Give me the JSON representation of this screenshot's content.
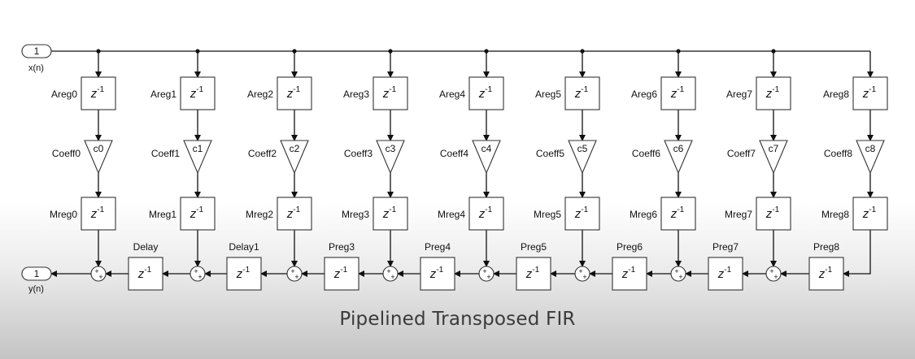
{
  "diagram": {
    "input_port": {
      "number": "1",
      "label": "x(n)"
    },
    "output_port": {
      "number": "1",
      "label": "y(n)"
    },
    "delay_symbol": "z",
    "delay_exponent": "-1",
    "sum_signs": "++",
    "taps": [
      {
        "areg": "Areg0",
        "coeff": "Coeff0",
        "gain": "c0",
        "mreg": "Mreg0"
      },
      {
        "areg": "Areg1",
        "coeff": "Coeff1",
        "gain": "c1",
        "mreg": "Mreg1"
      },
      {
        "areg": "Areg2",
        "coeff": "Coeff2",
        "gain": "c2",
        "mreg": "Mreg2"
      },
      {
        "areg": "Areg3",
        "coeff": "Coeff3",
        "gain": "c3",
        "mreg": "Mreg3"
      },
      {
        "areg": "Areg4",
        "coeff": "Coeff4",
        "gain": "c4",
        "mreg": "Mreg4"
      },
      {
        "areg": "Areg5",
        "coeff": "Coeff5",
        "gain": "c5",
        "mreg": "Mreg5"
      },
      {
        "areg": "Areg6",
        "coeff": "Coeff6",
        "gain": "c6",
        "mreg": "Mreg6"
      },
      {
        "areg": "Areg7",
        "coeff": "Coeff7",
        "gain": "c7",
        "mreg": "Mreg7"
      },
      {
        "areg": "Areg8",
        "coeff": "Coeff8",
        "gain": "c8",
        "mreg": "Mreg8"
      }
    ],
    "pipeline_delays": [
      "Delay",
      "Delay1",
      "Preg3",
      "Preg4",
      "Preg5",
      "Preg6",
      "Preg7",
      "Preg8"
    ]
  },
  "caption": "Pipelined Transposed FIR"
}
